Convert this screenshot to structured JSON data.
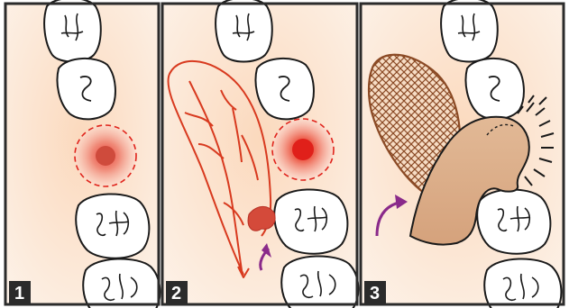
{
  "panels": [
    {
      "number": "1"
    },
    {
      "number": "2"
    },
    {
      "number": "3"
    }
  ],
  "colors": {
    "background": "#fbe3cf",
    "frame": "#2b2b2b",
    "tooth_fill": "#ffffff",
    "tooth_stroke": "#1a1a1a",
    "lesion_red": "#e0231b",
    "vessel_red": "#d83a1f",
    "arrow_purple": "#8a2a8a",
    "graft_hatch": "#8b4a25",
    "flap_tissue": "#dcb08e",
    "label_bg": "#2b2b2b",
    "label_text": "#ffffff"
  },
  "icons": [
    "tooth-illustration",
    "lesion-marker",
    "flap-outline",
    "hatched-graft",
    "curved-arrow"
  ]
}
